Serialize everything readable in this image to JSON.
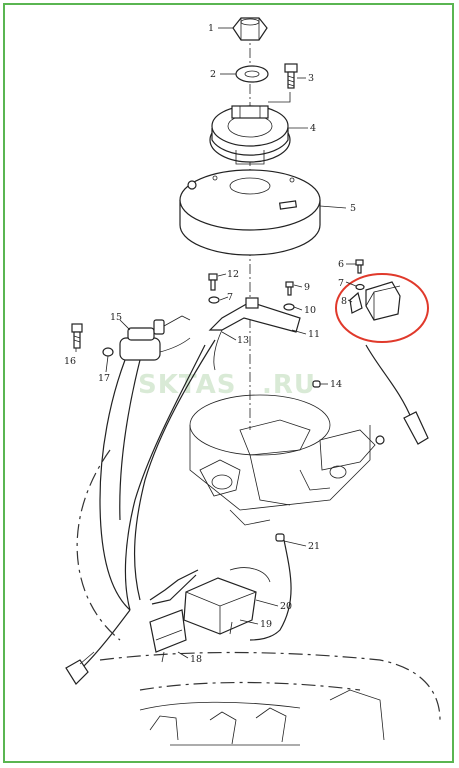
{
  "watermark": "SKTAS",
  "watermark_suffix": ".RU",
  "accent_color": "#5ab551",
  "highlight_color": "#e0392b",
  "callouts": [
    "1",
    "2",
    "3",
    "4",
    "5",
    "6",
    "7",
    "8",
    "9",
    "10",
    "11",
    "12",
    "13",
    "14",
    "15",
    "16",
    "17",
    "18",
    "19",
    "20",
    "21",
    "7"
  ]
}
